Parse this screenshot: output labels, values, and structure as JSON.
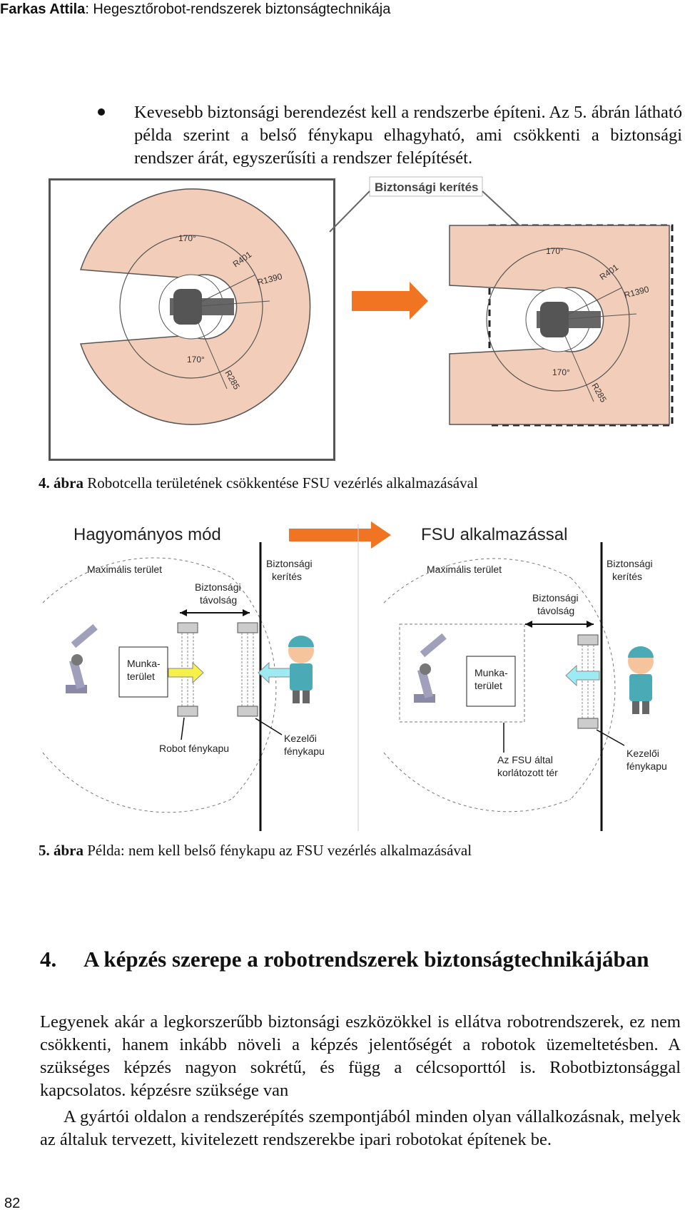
{
  "header": {
    "author": "Farkas Attila",
    "title": ": Hegesztőrobot-rendszerek biztonságtechnikája"
  },
  "bullet_text": "Kevesebb biztonsági berendezést kell a rendszerbe építeni. Az 5. ábrán látható példa szerint a belső fénykapu elhagyható, ami csökkenti a biztonsági rendszer árát, egyszerűsíti a rendszer felépítését.",
  "figure4": {
    "fence_label": "Biztonsági kerítés",
    "angle_top": "170°",
    "angle_bottom": "170°",
    "radius_1": "R401",
    "radius_2": "R1390",
    "radius_3": "R285",
    "caption_label": "4. ábra",
    "caption_text": " Robotcella területének csökkentése FSU vezérlés alkalmazásával"
  },
  "figure5": {
    "left_title": "Hagyományos mód",
    "right_title": "FSU alkalmazással",
    "max_area": "Maximális terület",
    "fence_l1": "Biztonsági",
    "fence_l2": "kerítés",
    "dist_l1": "Biztonsági",
    "dist_l2": "távolság",
    "work_l1": "Munka-",
    "work_l2": "terület",
    "robot_gate": "Robot fénykapu",
    "operator_l1": "Kezelői",
    "operator_l2": "fénykapu",
    "fsu_l1": "Az FSU által",
    "fsu_l2": "korlátozott tér",
    "caption_label": "5. ábra",
    "caption_text": " Példa: nem kell belső fénykapu az FSU vezérlés alkalmazásával"
  },
  "section": {
    "number": "4.",
    "title": "A képzés szerepe a robotrendszerek biztonságtechnikájában"
  },
  "paragraph1": "Legyenek akár a legkorszerűbb biztonsági eszközökkel is ellátva robotrendszerek, ez nem csökkenti, hanem inkább növeli a képzés jelentőségét a robotok üzemeltetésben. A szükséges képzés nagyon sokrétű, és függ a célcsoporttól is. Robotbiztonsággal kapcsolatos. képzésre szüksége van",
  "paragraph2": "A gyártói oldalon a rendszerépítés szempontjából minden olyan vállalkozásnak, melyek az általuk tervezett, kivitelezett rendszerekbe ipari robotokat építenek be.",
  "page_number": "82",
  "colors": {
    "zone": "#f2cdb9",
    "arrow": "#f07422",
    "gate_yellow": "#f5f04a",
    "gate_cyan": "#9deaf3"
  }
}
